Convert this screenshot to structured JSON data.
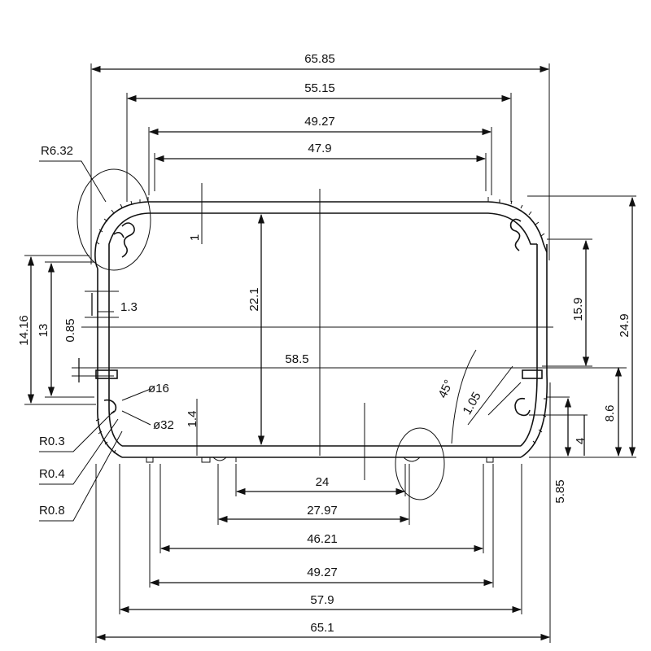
{
  "drawing": {
    "dims": {
      "w_65_85": "65.85",
      "w_55_15": "55.15",
      "w_49_27_top": "49.27",
      "w_47_9": "47.9",
      "r_6_32": "R6.32",
      "d_1": "1",
      "d_22_1": "22.1",
      "d_15_9": "15.9",
      "d_24_9": "24.9",
      "d_14_16": "14.16",
      "d_13": "13",
      "d_0_85": "0.85",
      "d_1_3": "1.3",
      "d_58_5": "58.5",
      "d_45": "45°",
      "d_1_05": "1.05",
      "d_phi16": "ø16",
      "d_phi32": "ø32",
      "d_1_4": "1.4",
      "d_r0_3": "R0.3",
      "d_r0_4": "R0.4",
      "d_r0_8": "R0.8",
      "d_8_6": "8.6",
      "d_4": "4",
      "d_5_85": "5.85",
      "w_24": "24",
      "w_27_97": "27.97",
      "w_46_21": "46.21",
      "w_49_27_bot": "49.27",
      "w_57_9": "57.9",
      "w_65_1": "65.1"
    },
    "colors": {
      "ink": "#111111",
      "paper": "#ffffff"
    }
  }
}
